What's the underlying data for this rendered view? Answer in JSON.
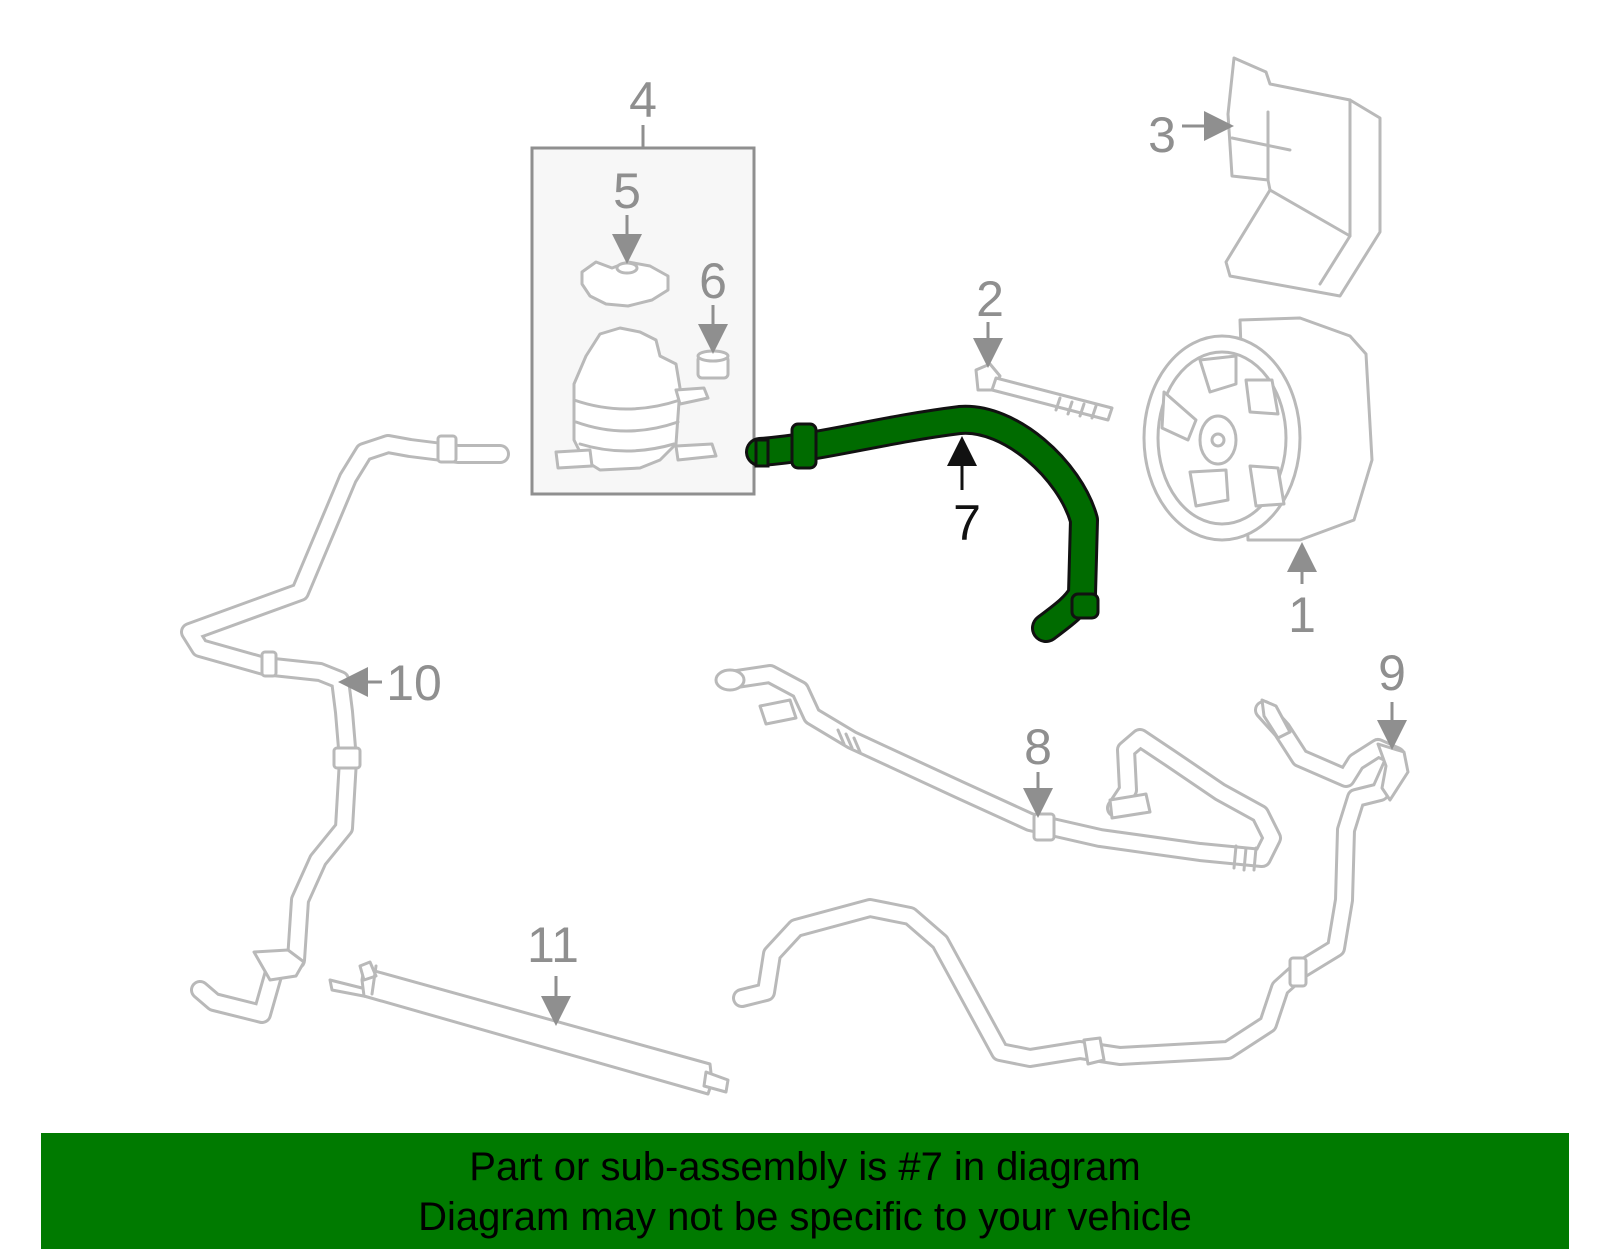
{
  "callouts": {
    "c1": "1",
    "c2": "2",
    "c3": "3",
    "c4": "4",
    "c5": "5",
    "c6": "6",
    "c7": "7",
    "c8": "8",
    "c9": "9",
    "c10": "10",
    "c11": "11"
  },
  "highlighted_part": "7",
  "colors": {
    "highlight": "#006b00",
    "banner": "#007a00",
    "linework": "#b9b9b9",
    "callout_text": "#8f8f8f"
  },
  "banner": {
    "line1": "Part or sub-assembly is #7 in diagram",
    "line2": "Diagram may not be specific to your vehicle"
  }
}
